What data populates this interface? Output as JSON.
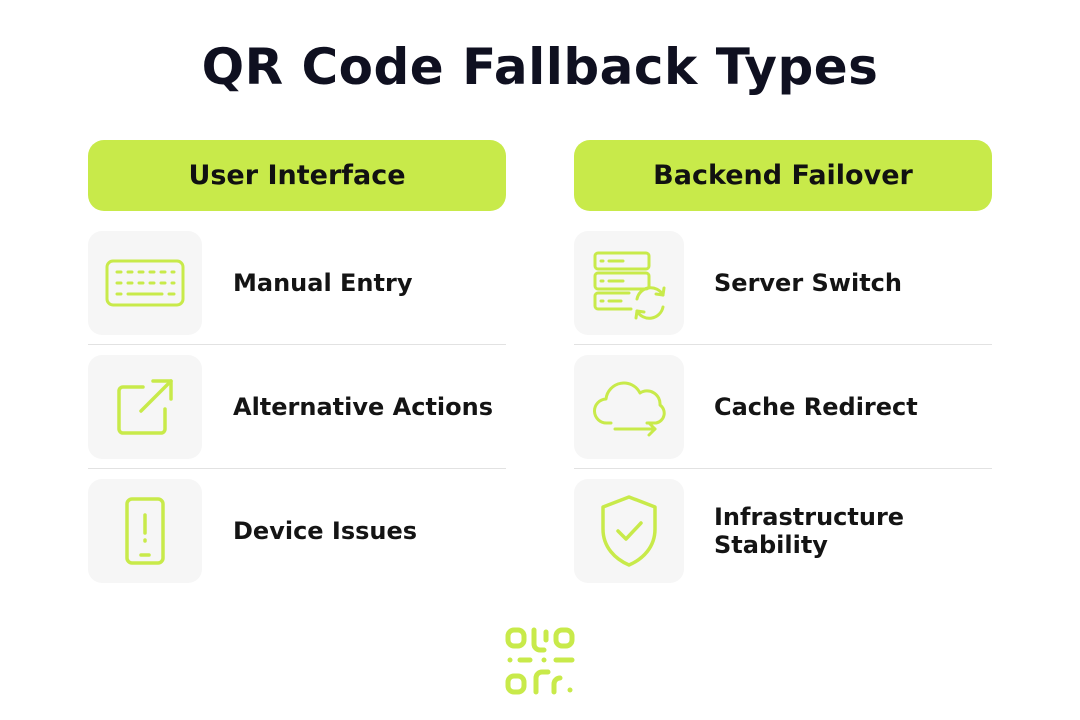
{
  "title": "QR Code Fallback Types",
  "accent_color": "#c8ea4a",
  "columns": [
    {
      "header": "User Interface",
      "items": [
        {
          "label": "Manual Entry",
          "icon": "keyboard-icon"
        },
        {
          "label": "Alternative Actions",
          "icon": "external-link-icon"
        },
        {
          "label": "Device Issues",
          "icon": "phone-alert-icon"
        }
      ]
    },
    {
      "header": "Backend Failover",
      "items": [
        {
          "label": "Server Switch",
          "icon": "server-refresh-icon"
        },
        {
          "label": "Cache Redirect",
          "icon": "cloud-redirect-icon"
        },
        {
          "label": "Infrastructure Stability",
          "icon": "shield-check-icon"
        }
      ]
    }
  ],
  "logo": {
    "icon": "qr-code-icon"
  }
}
